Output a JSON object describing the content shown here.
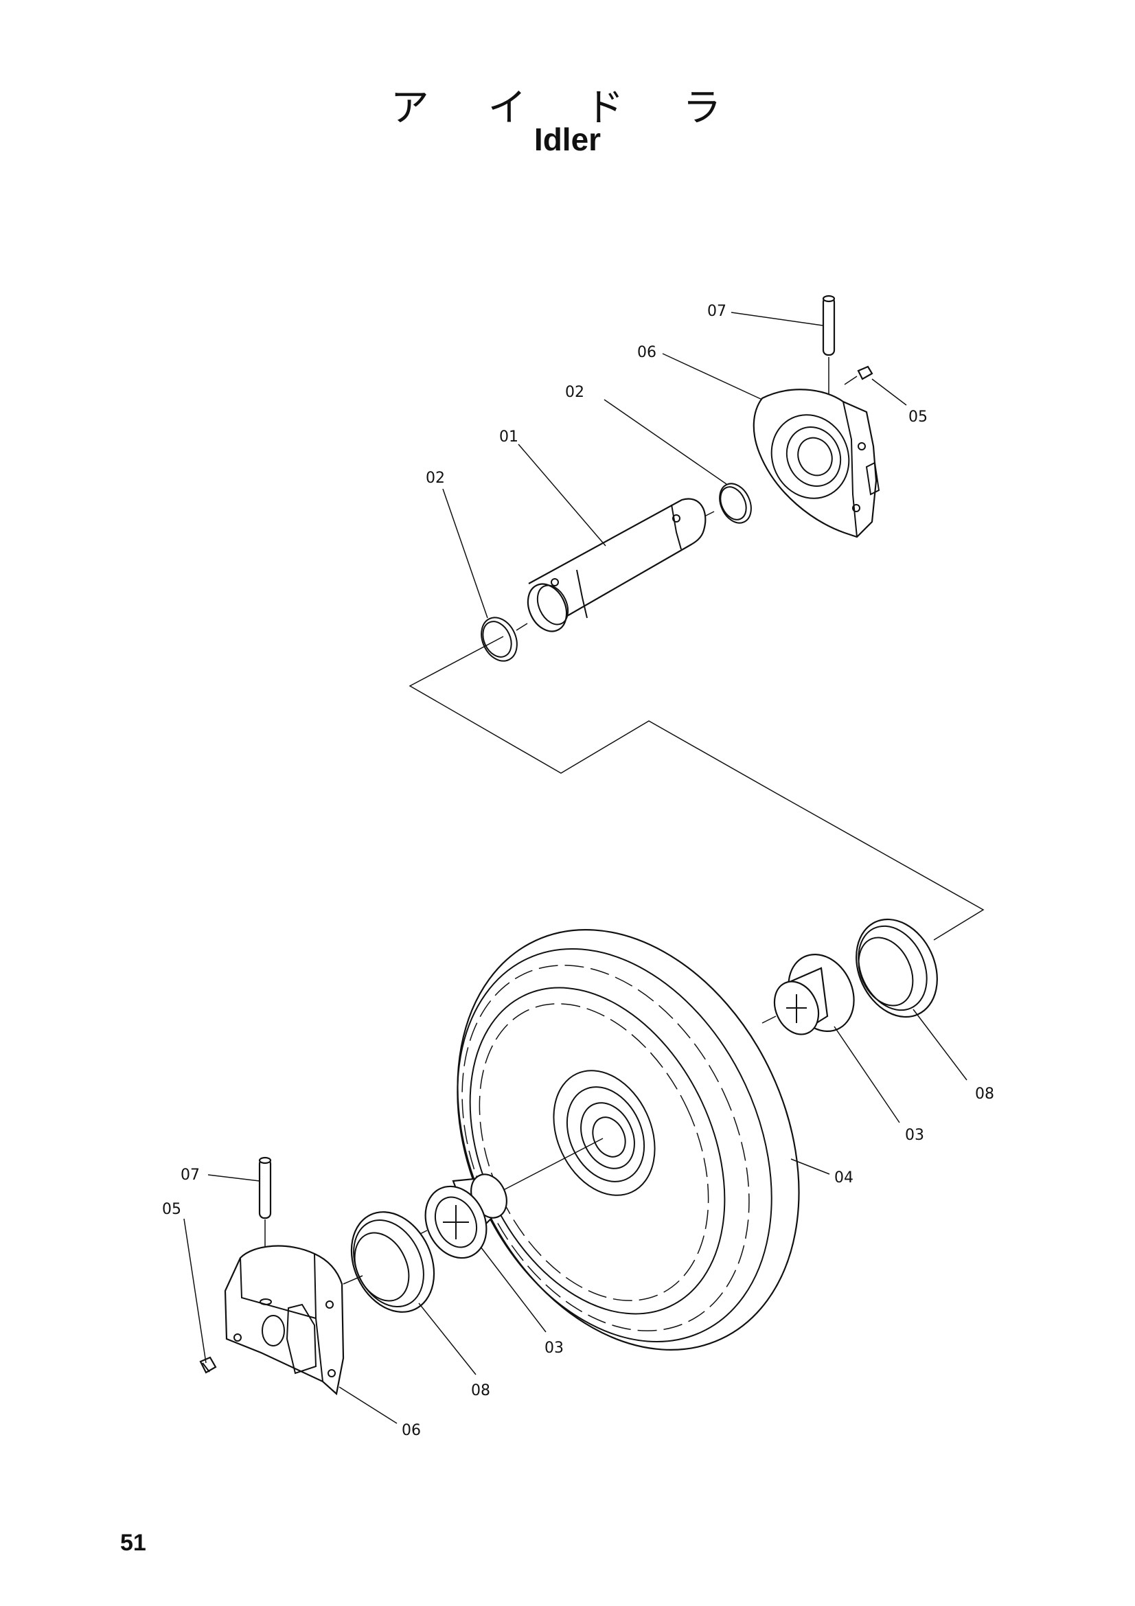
{
  "title_jp": "ア イ ド ラ",
  "title_en": "Idler",
  "page_number": "51",
  "callouts": {
    "c07_top": "07",
    "c06_top": "06",
    "c02_upper": "02",
    "c01": "01",
    "c02_left": "02",
    "c05_top": "05",
    "c08_right": "08",
    "c03_right": "03",
    "c04": "04",
    "c07_bottom": "07",
    "c05_bottom": "05",
    "c03_bottom": "03",
    "c08_bottom": "08",
    "c06_bottom": "06"
  }
}
